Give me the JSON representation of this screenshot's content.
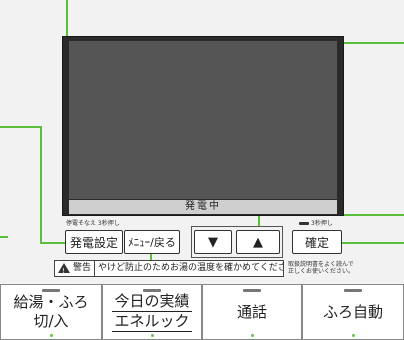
{
  "display": {
    "status": "発電中"
  },
  "hints": {
    "left": "停電そなえ 3秒押し",
    "right": "3秒押し"
  },
  "controls": {
    "generation_setting": "発電設定",
    "menu_back": "ﾒﾆｭｰ/戻る",
    "down": "▼",
    "up": "▲",
    "confirm": "確定"
  },
  "warning": {
    "title": "警告",
    "text": "やけど防止のためお湯の温度を確かめてください",
    "note_line1": "取扱説明書をよく読んで",
    "note_line2": "正しくお使いください。"
  },
  "bottom_buttons": [
    {
      "line1": "給湯・ふろ",
      "line2": "切/入"
    },
    {
      "line1": "今日の実績",
      "line2": "エネルック"
    },
    {
      "line1": "通話",
      "line2": ""
    },
    {
      "line1": "ふろ自動",
      "line2": ""
    }
  ],
  "colors": {
    "callout": "#5cbf3c",
    "screen": "#555555",
    "status_bar": "#cfcfcf"
  }
}
